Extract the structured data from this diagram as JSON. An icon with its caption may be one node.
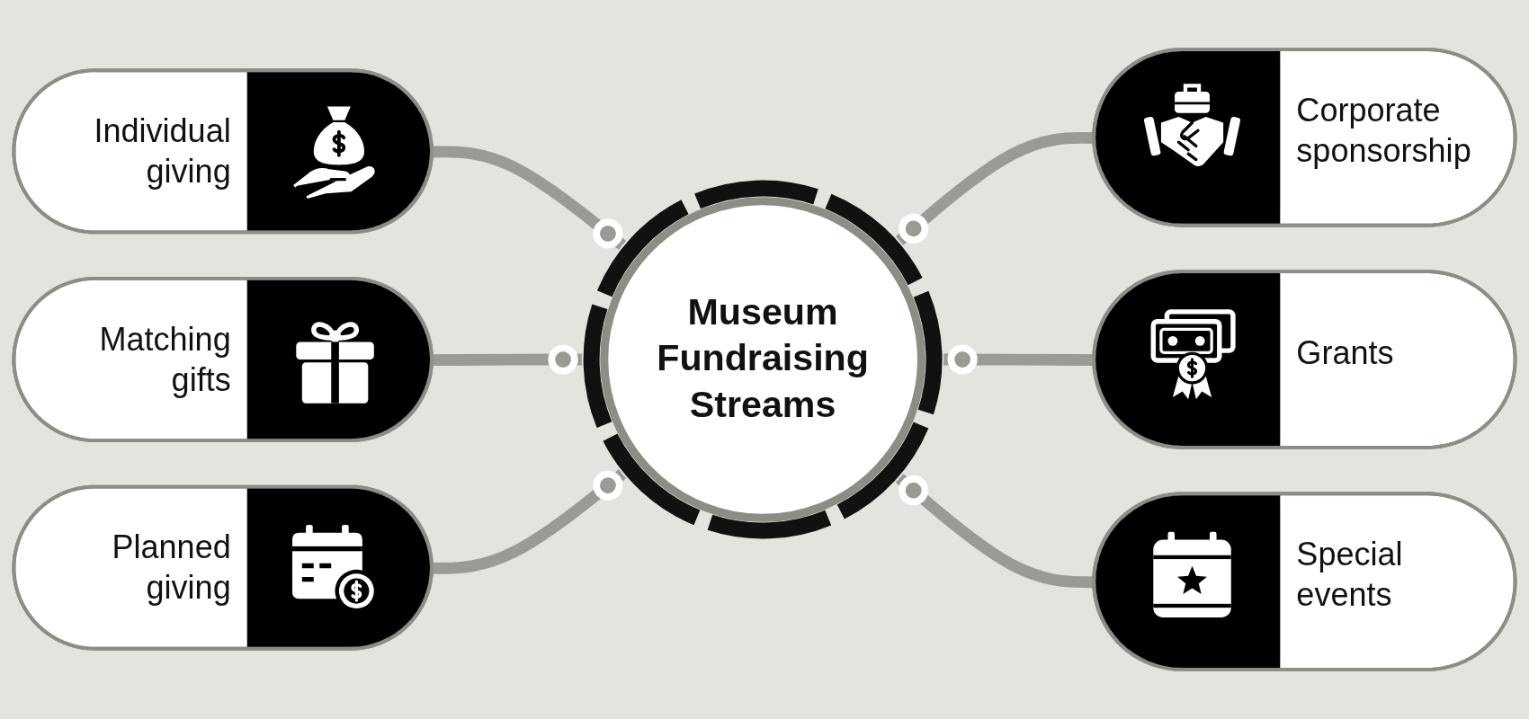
{
  "diagram": {
    "nodes": [
      {
        "text": [
          "Museum Fundraising Streams"
        ]
      },
      {
        "text": [
          "Individual giving"
        ]
      },
      {
        "text": [
          "Corporate sponsorship"
        ]
      },
      {
        "text": [
          "Matching gifts"
        ]
      },
      {
        "text": [
          "Grants"
        ]
      },
      {
        "text": [
          "Planned giving"
        ]
      },
      {
        "text": [
          "Special events"
        ]
      }
    ],
    "edges": [
      {
        "from": 1,
        "to": 0,
        "arrow": "other"
      },
      {
        "from": 0,
        "to": 2,
        "arrow": "other"
      },
      {
        "from": 3,
        "to": 0,
        "arrow": "other"
      },
      {
        "from": 0,
        "to": 4,
        "arrow": "other"
      },
      {
        "from": 5,
        "to": 0,
        "arrow": "other"
      },
      {
        "from": 0,
        "to": 6,
        "arrow": "other"
      }
    ]
  }
}
